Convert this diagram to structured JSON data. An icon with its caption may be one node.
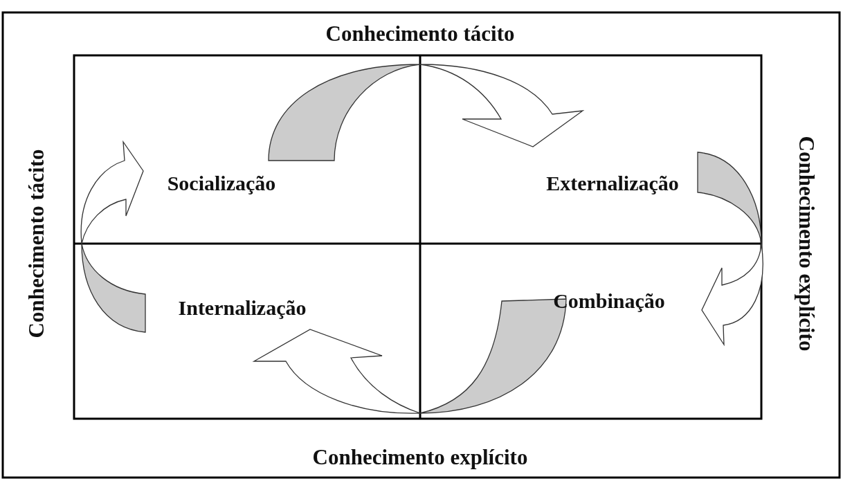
{
  "diagram": {
    "nodes": [
      {
        "text": [
          "Socialização"
        ]
      },
      {
        "text": [
          "Externalização"
        ]
      },
      {
        "text": [
          "Internalização"
        ]
      },
      {
        "text": [
          "Combinação"
        ]
      }
    ],
    "edges": [
      {
        "from": 0,
        "to": 1,
        "arrow": "to"
      },
      {
        "from": 1,
        "to": 3,
        "arrow": "to"
      },
      {
        "from": 3,
        "to": 2,
        "arrow": "to"
      },
      {
        "from": 2,
        "to": 0,
        "arrow": "to"
      }
    ],
    "labels": [
      "Conhecimento tácito",
      "Conhecimento tácito",
      "Conhecimento explícito",
      "Conhecimento explícito"
    ]
  }
}
